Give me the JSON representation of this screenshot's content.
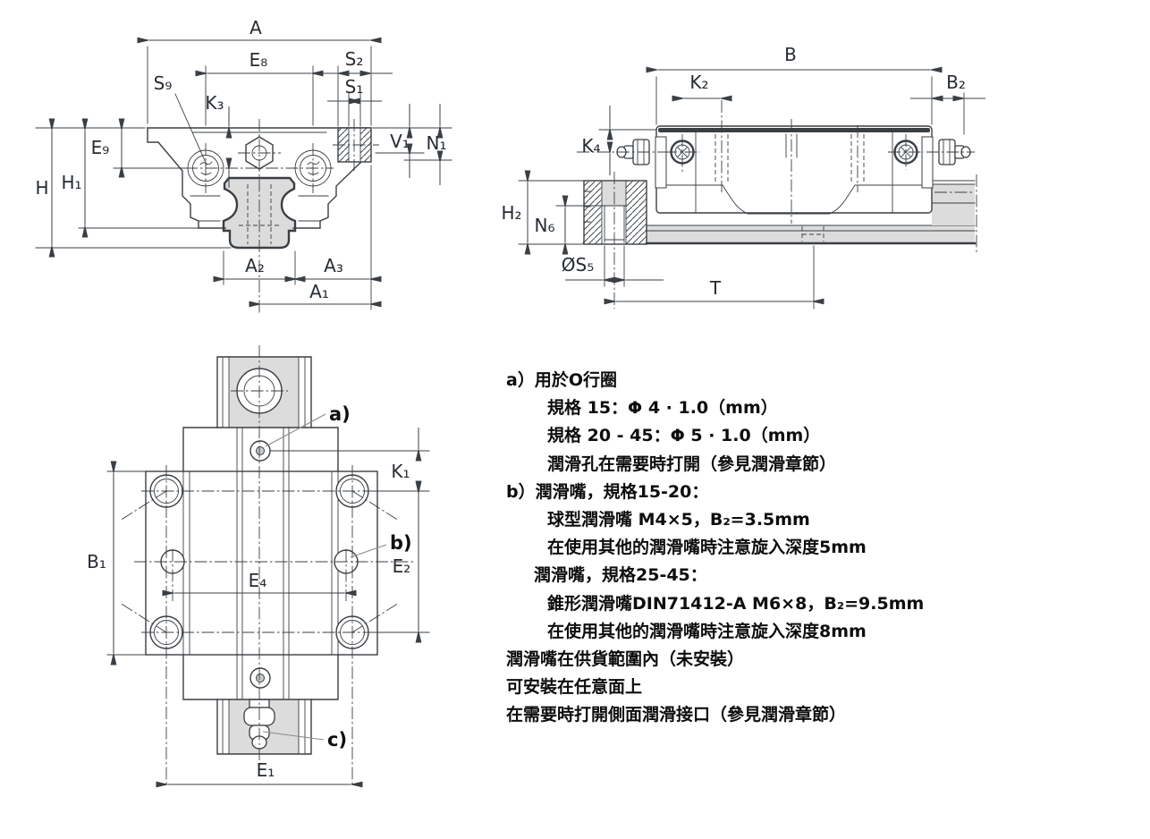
{
  "colors": {
    "line": "#3a3f44",
    "fill_gray": "#dcdcdc",
    "text": "#272c33",
    "leader": "#8a8a8a"
  },
  "front": {
    "a": "A",
    "e8": "E₈",
    "s2": "S₂",
    "s1": "S₁",
    "s9": "S₉",
    "k3": "K₃",
    "e9": "E₉",
    "h": "H",
    "h1": "H₁",
    "v1": "V₁",
    "n1": "N₁",
    "a2": "A₂",
    "a3": "A₃",
    "a1": "A₁"
  },
  "side": {
    "b": "B",
    "k2": "K₂",
    "b2": "B₂",
    "k4": "K₄",
    "h2": "H₂",
    "n6": "N₆",
    "s5": "ØS₅",
    "t": "T"
  },
  "plan": {
    "k1": "K₁",
    "b1": "B₁",
    "e4": "E₄",
    "e2": "E₂",
    "e1": "E₁",
    "note_a": "a)",
    "note_b": "b)",
    "note_c": "c)"
  },
  "notes": {
    "lines": [
      "a）用於O行圈",
      "規格 15：Φ 4 · 1.0（mm）",
      "規格 20 - 45：Φ 5 · 1.0（mm）",
      "潤滑孔在需要時打開（參見潤滑章節）",
      "b）潤滑嘴，規格15-20：",
      "球型潤滑嘴 M4×5，B₂=3.5mm",
      "在使用其他的潤滑嘴時注意旋入深度5mm",
      "潤滑嘴，規格25-45：",
      "錐形潤滑嘴DIN71412-A M6×8，B₂=9.5mm",
      "在使用其他的潤滑嘴時注意旋入深度8mm",
      "潤滑嘴在供貨範圍內（未安裝）",
      "可安裝在任意面上",
      "在需要時打開側面潤滑接口（參見潤滑章節）"
    ]
  }
}
